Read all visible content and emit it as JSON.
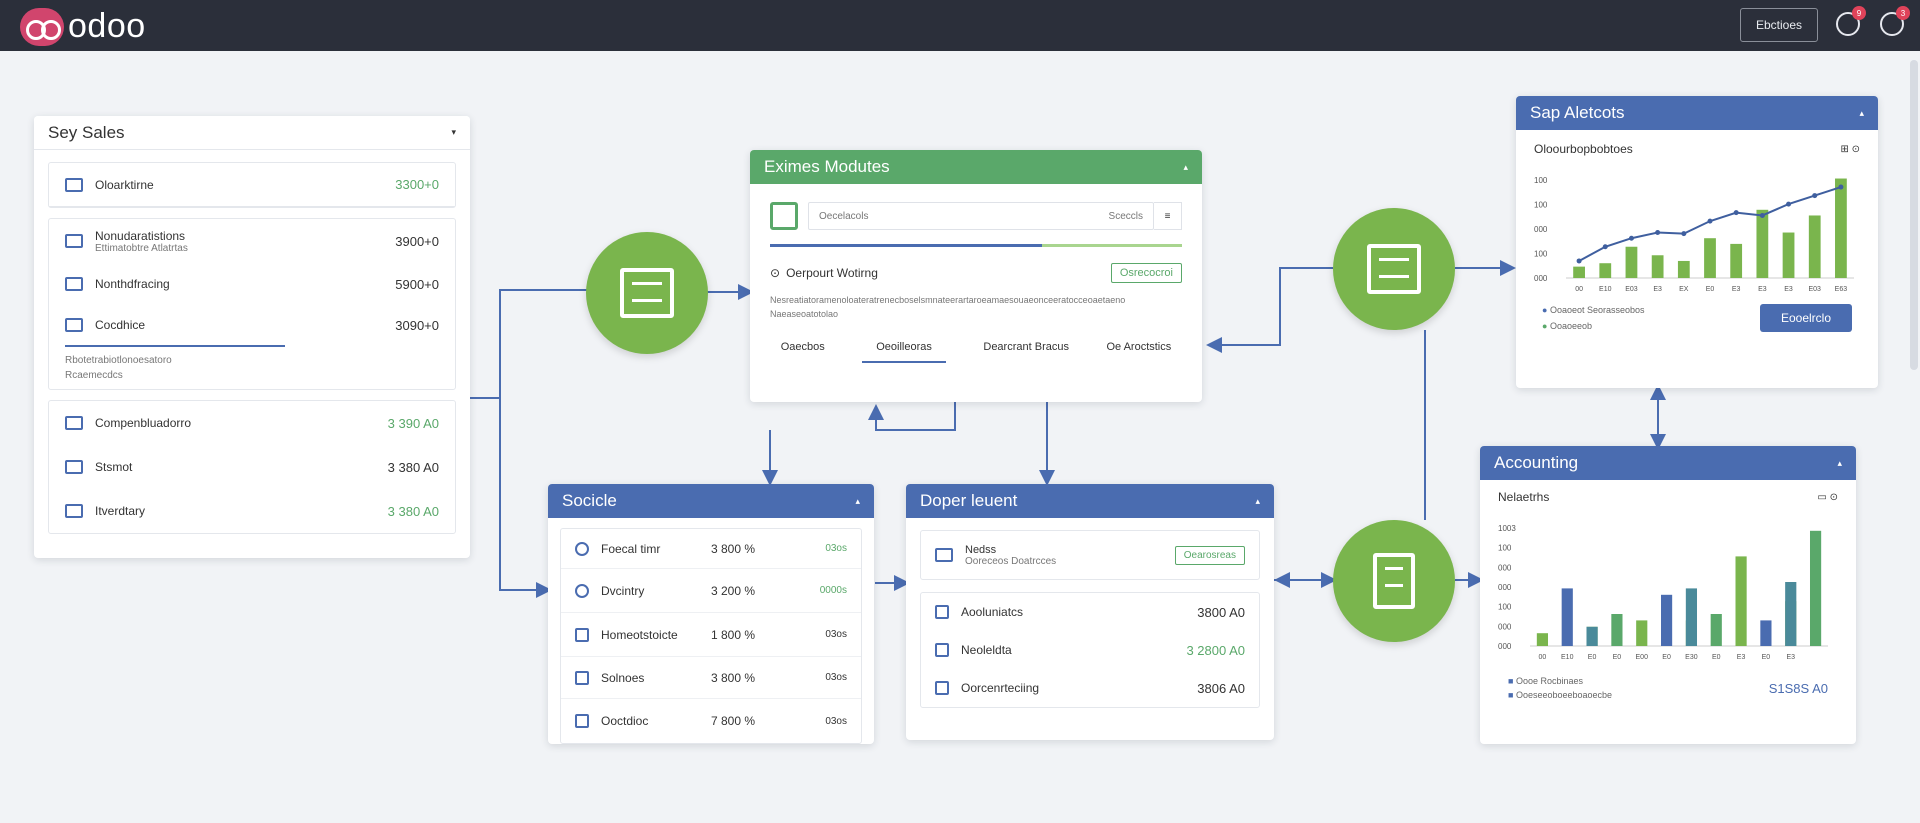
{
  "app": {
    "logo_text": "odoo",
    "top_button": "Ebctioes",
    "notif_badge_1": "9",
    "notif_badge_2": "3"
  },
  "colors": {
    "blue": "#4a6cb0",
    "green": "#5aa86a",
    "light_green": "#7ab54d",
    "topbar": "#2b2f3a"
  },
  "sales": {
    "title": "Sey Sales",
    "items": [
      {
        "label": "Oloarktirne",
        "value": "3300+0",
        "icon": "building-icon"
      },
      {
        "label": "Nonudaratistions",
        "sub": "Ettimatobtre Atlatrtas",
        "value": "3900+0",
        "icon": "warehouse-icon"
      },
      {
        "label": "Nonthdfracing",
        "value": "5900+0",
        "icon": "home-icon"
      },
      {
        "label": "Cocdhice",
        "value": "3090+0",
        "icon": "chart-icon"
      }
    ],
    "note1": "Rbotetrabiotlonoesatoro",
    "note2": "Rcaemecdcs",
    "items2": [
      {
        "label": "Compenbluadorro",
        "value": "3 390 A0",
        "icon": "calendar-icon"
      },
      {
        "label": "Stsmot",
        "value": "3 380 A0",
        "icon": "card-icon"
      },
      {
        "label": "Itverdtary",
        "value": "3 380 A0",
        "icon": "box-icon"
      }
    ]
  },
  "modules": {
    "title": "Eximes Modutes",
    "search_placeholder": "Oecelacols",
    "search_hint": "Sceccls",
    "sub_title": "Oerpourt Wotirng",
    "action": "Osrecocroi",
    "desc": "Nesreatiatoramenoloateratrenecboselsmnateerartaroeamaesouaeonceeratocceoaetaeno Naeaseoatotolao",
    "tabs": [
      "Oaecbos",
      "Oeoilleoras",
      "Dearcrant Bracus",
      "Oe Aroctstics"
    ]
  },
  "sap": {
    "title": "Sap Aletcots",
    "chart_title": "Oloourbopbobtoes",
    "legend1": "Ooaoeot Seorasseobos",
    "legend2": "Ooaoeeob",
    "button": "Eooelrclo"
  },
  "socials": {
    "title": "Socicle",
    "items": [
      {
        "label": "Foecal timr",
        "pct": "3 800 %",
        "status": "03os",
        "icon": "clock-icon"
      },
      {
        "label": "Dvcintry",
        "pct": "3 200 %",
        "status": "0000s",
        "icon": "pen-icon"
      },
      {
        "label": "Homeotstoicte",
        "pct": "1 800 %",
        "status": "03os",
        "icon": "calendar-icon"
      },
      {
        "label": "Solnoes",
        "pct": "3 800 %",
        "status": "03os",
        "icon": "chat-icon"
      },
      {
        "label": "Ooctdioc",
        "pct": "7 800 %",
        "status": "03os",
        "icon": "settings-icon"
      }
    ]
  },
  "department": {
    "title": "Doper leuent",
    "head_label": "Nedss",
    "head_sub": "Ooreceos Doatrcces",
    "head_action": "Oearosreas",
    "items": [
      {
        "label": "Aooluniatcs",
        "value": "3800 A0",
        "icon": "grid-icon"
      },
      {
        "label": "Neoleldta",
        "value": "3 2800 A0",
        "icon": "list-icon"
      },
      {
        "label": "Oorcenrteciing",
        "value": "3806 A0",
        "icon": "box-icon"
      }
    ]
  },
  "accounting": {
    "title": "Accounting",
    "chart_title": "Nelaetrhs",
    "legend1": "Oooe Rocbinaes",
    "legend2": "Ooeseeoboeeboaoecbe",
    "total": "S1S8S A0"
  },
  "chart_data": [
    {
      "type": "bar",
      "title": "Oloourbopbobtoes",
      "y_ticks": [
        "100",
        "100",
        "000",
        "100",
        "000"
      ],
      "categories": [
        "00",
        "E10",
        "E03",
        "E3",
        "EX",
        "E0",
        "E3",
        "E3",
        "E3",
        "E03",
        "E63"
      ],
      "series": [
        {
          "values": [
            20,
            26,
            55,
            40,
            30,
            70,
            60,
            120,
            80,
            110,
            175
          ]
        }
      ],
      "line": [
        30,
        55,
        70,
        80,
        78,
        100,
        115,
        110,
        130,
        145,
        160
      ],
      "ylim": [
        0,
        190
      ]
    },
    {
      "type": "bar",
      "title": "Nelaetrhs",
      "y_ticks": [
        "1003",
        "100",
        "000",
        "000",
        "100",
        "000",
        "000"
      ],
      "categories": [
        "00",
        "E10",
        "E0",
        "E0",
        "E00",
        "E0",
        "E30",
        "E0",
        "E3",
        "E0",
        "E3"
      ],
      "series": [
        {
          "values": [
            20,
            90,
            30,
            50,
            40,
            80,
            40,
            50,
            140,
            40,
            70,
            180
          ]
        },
        {
          "values": [
            0,
            0,
            30,
            0,
            0,
            0,
            90,
            0,
            0,
            0,
            100,
            0
          ]
        }
      ],
      "ylim": [
        0,
        200
      ]
    }
  ]
}
